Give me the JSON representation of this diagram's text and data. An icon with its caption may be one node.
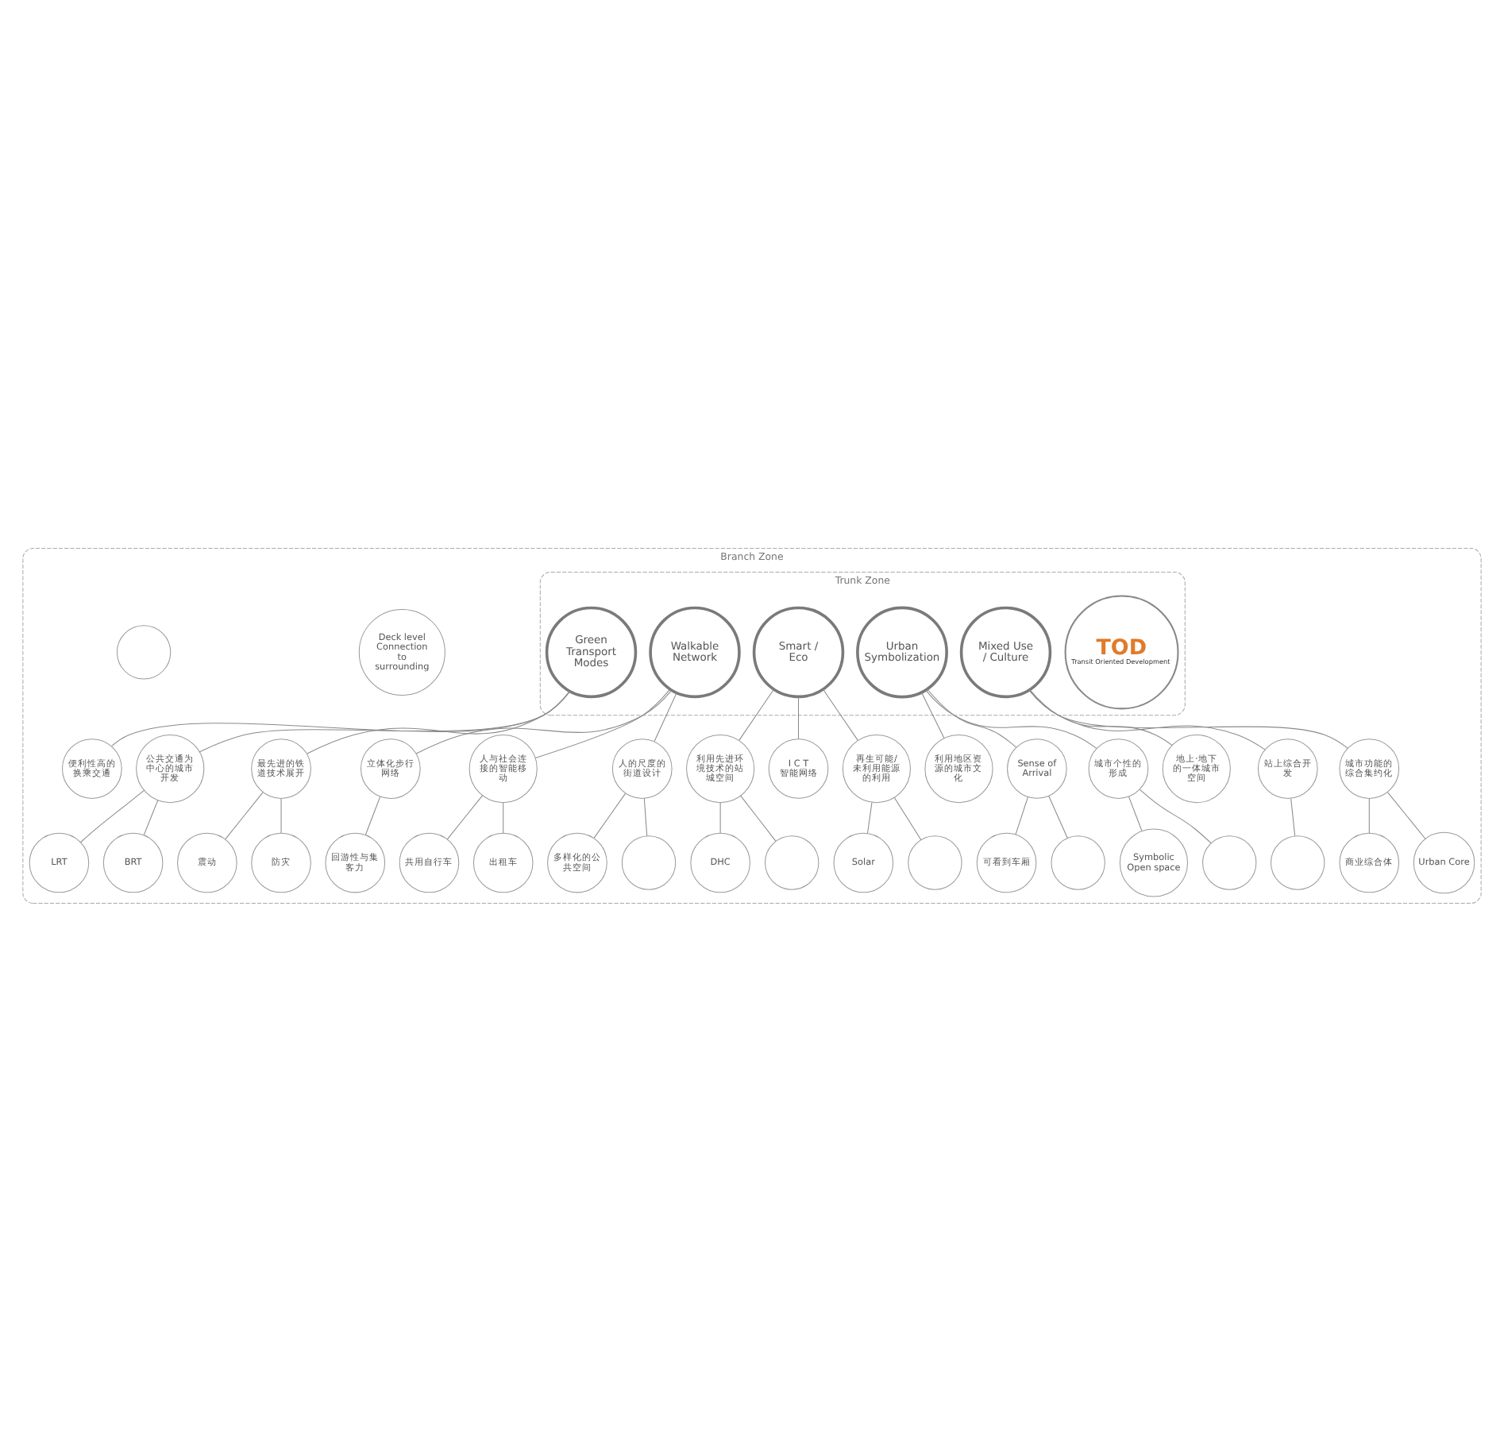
{
  "diagram": {
    "nodes": [
      {
        "text": [
          "Branch Zone"
        ]
      },
      {
        "text": [
          "Trunk Zone"
        ],
        "in": 0
      },
      {
        "text": [
          "TOD",
          "Transit Oriented Development"
        ],
        "in": 1
      },
      {
        "text": [
          "Green Transport Modes"
        ],
        "in": 1
      },
      {
        "text": [
          "Walkable Network"
        ],
        "in": 1
      },
      {
        "text": [
          "Smart / Eco"
        ],
        "in": 1
      },
      {
        "text": [
          "Urban Symbolization"
        ],
        "in": 1
      },
      {
        "text": [
          "Mixed Use / Culture"
        ],
        "in": 1
      },
      {
        "text": [
          "便利性高的换乘交通"
        ],
        "in": 0
      },
      {
        "text": [
          "公共交通为中心的城市开发"
        ],
        "in": 0
      },
      {
        "text": [
          "LRT"
        ],
        "in": 0
      },
      {
        "text": [
          "BRT"
        ],
        "in": 0
      },
      {
        "text": [
          "最先进的铁道技术展开"
        ],
        "in": 0
      },
      {
        "text": [
          "震动"
        ],
        "in": 0
      },
      {
        "text": [
          "防灾"
        ],
        "in": 0
      },
      {
        "text": [
          "Deck level Connection to surrounding"
        ],
        "in": 0
      },
      {
        "text": [
          "立体化步行网络"
        ],
        "in": 0
      },
      {
        "text": [
          "回游性与集客力"
        ],
        "in": 0
      },
      {
        "text": [
          "人与社会连接的智能移动"
        ],
        "in": 0
      },
      {
        "text": [
          "共用自行车"
        ],
        "in": 0
      },
      {
        "text": [
          "出租车"
        ],
        "in": 0
      },
      {
        "text": [
          "人的尺度的街道设计"
        ],
        "in": 0
      },
      {
        "text": [
          "多样化的公共空间"
        ],
        "in": 0
      },
      {
        "text": [],
        "shape": "circle",
        "in": 0
      },
      {
        "text": [
          "利用先进环境技术的站城空间"
        ],
        "in": 0
      },
      {
        "text": [
          "DHC"
        ],
        "in": 0
      },
      {
        "text": [],
        "shape": "circle",
        "in": 0
      },
      {
        "text": [
          "I C T 智能网络"
        ],
        "in": 0
      },
      {
        "text": [
          "再生可能/未利用能源的利用"
        ],
        "in": 0
      },
      {
        "text": [
          "Solar"
        ],
        "in": 0
      },
      {
        "text": [],
        "shape": "circle",
        "in": 0
      },
      {
        "text": [
          "利用地区资源的城市文化"
        ],
        "in": 0
      },
      {
        "text": [
          "Sense of Arrival"
        ],
        "in": 0
      },
      {
        "text": [
          "可看到车厢"
        ],
        "in": 0
      },
      {
        "text": [],
        "shape": "circle",
        "in": 0
      },
      {
        "text": [
          "城市个性的形成"
        ],
        "in": 0
      },
      {
        "text": [
          "Symbolic Open space"
        ],
        "in": 0
      },
      {
        "text": [],
        "shape": "circle",
        "in": 0
      },
      {
        "text": [
          "地上·地下的一体城市空间"
        ],
        "in": 0
      },
      {
        "text": [
          "站上综合开发"
        ],
        "in": 0
      },
      {
        "text": [],
        "shape": "circle",
        "in": 0
      },
      {
        "text": [],
        "shape": "circle",
        "in": 0
      },
      {
        "text": [
          "城市功能的综合集约化"
        ],
        "in": 0
      },
      {
        "text": [
          "商业综合体"
        ],
        "in": 0
      },
      {
        "text": [
          "Urban Core"
        ],
        "in": 0
      }
    ],
    "edges": [
      {
        "from": 3,
        "to": 8,
        "arrow": "none"
      },
      {
        "from": 3,
        "to": 9,
        "arrow": "none"
      },
      {
        "from": 9,
        "to": 10,
        "arrow": "none"
      },
      {
        "from": 9,
        "to": 11,
        "arrow": "none"
      },
      {
        "from": 3,
        "to": 12,
        "arrow": "none"
      },
      {
        "from": 12,
        "to": 13,
        "arrow": "none"
      },
      {
        "from": 12,
        "to": 14,
        "arrow": "none"
      },
      {
        "from": 4,
        "to": 16,
        "arrow": "none"
      },
      {
        "from": 16,
        "to": 17,
        "arrow": "none"
      },
      {
        "from": 4,
        "to": 18,
        "arrow": "none"
      },
      {
        "from": 18,
        "to": 19,
        "arrow": "none"
      },
      {
        "from": 18,
        "to": 20,
        "arrow": "none"
      },
      {
        "from": 4,
        "to": 21,
        "arrow": "none"
      },
      {
        "from": 21,
        "to": 22,
        "arrow": "none"
      },
      {
        "from": 21,
        "to": 23,
        "arrow": "none"
      },
      {
        "from": 5,
        "to": 24,
        "arrow": "none"
      },
      {
        "from": 24,
        "to": 25,
        "arrow": "none"
      },
      {
        "from": 24,
        "to": 26,
        "arrow": "none"
      },
      {
        "from": 5,
        "to": 27,
        "arrow": "none"
      },
      {
        "from": 5,
        "to": 28,
        "arrow": "none"
      },
      {
        "from": 28,
        "to": 29,
        "arrow": "none"
      },
      {
        "from": 28,
        "to": 30,
        "arrow": "none"
      },
      {
        "from": 6,
        "to": 31,
        "arrow": "none"
      },
      {
        "from": 6,
        "to": 32,
        "arrow": "none"
      },
      {
        "from": 32,
        "to": 33,
        "arrow": "none"
      },
      {
        "from": 32,
        "to": 34,
        "arrow": "none"
      },
      {
        "from": 6,
        "to": 35,
        "arrow": "none"
      },
      {
        "from": 35,
        "to": 36,
        "arrow": "none"
      },
      {
        "from": 35,
        "to": 37,
        "arrow": "none"
      },
      {
        "from": 7,
        "to": 38,
        "arrow": "none"
      },
      {
        "from": 7,
        "to": 39,
        "arrow": "none"
      },
      {
        "from": 39,
        "to": 40,
        "arrow": "none"
      },
      {
        "from": 7,
        "to": 42,
        "arrow": "none"
      },
      {
        "from": 42,
        "to": 43,
        "arrow": "none"
      },
      {
        "from": 42,
        "to": 44,
        "arrow": "none"
      }
    ]
  }
}
